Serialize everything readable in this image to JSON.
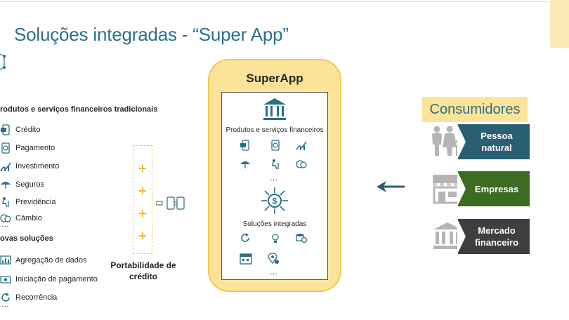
{
  "title": "Soluções integradas - “Super App”",
  "left": {
    "traditional_heading": "rodutos e serviços financeiros tradicionais",
    "traditional_items": [
      {
        "label": "Crédito",
        "icon": "credit-card-phone-icon"
      },
      {
        "label": "Pagamento",
        "icon": "payment-phone-icon"
      },
      {
        "label": "Investimento",
        "icon": "investment-chart-icon"
      },
      {
        "label": "Seguros",
        "icon": "umbrella-icon"
      },
      {
        "label": "Previdência",
        "icon": "retirement-icon"
      },
      {
        "label": "Câmbio",
        "icon": "currency-exchange-icon"
      }
    ],
    "traditional_more": "…",
    "new_heading": "ovas soluções",
    "new_items": [
      {
        "label": "Agregação de dados",
        "icon": "data-aggregation-icon"
      },
      {
        "label": "Iniciação de pagamento",
        "icon": "payment-initiation-icon"
      },
      {
        "label": "Recorrência",
        "icon": "recurrence-icon"
      }
    ],
    "new_more": "…"
  },
  "portability_label": "Portabilidade de crédito",
  "phone": {
    "title": "SuperApp",
    "products_label": "Produtos e serviços financeiros",
    "products_more": "…",
    "solutions_label": "Soluções integradas",
    "solutions_more": "…"
  },
  "consumers": {
    "title": "Consumidores",
    "items": [
      {
        "label": "Pessoa natural",
        "color": "#2a5f73",
        "icon": "people-icon"
      },
      {
        "label": "Empresas",
        "color": "#3d6b22",
        "icon": "storefront-icon"
      },
      {
        "label": "Mercado financeiro",
        "color": "#3f3f3f",
        "icon": "bank-building-icon"
      }
    ]
  },
  "colors": {
    "accent": "#2c6f8e",
    "yellow": "#fbe39a",
    "teal_icon": "#2a6f85"
  }
}
